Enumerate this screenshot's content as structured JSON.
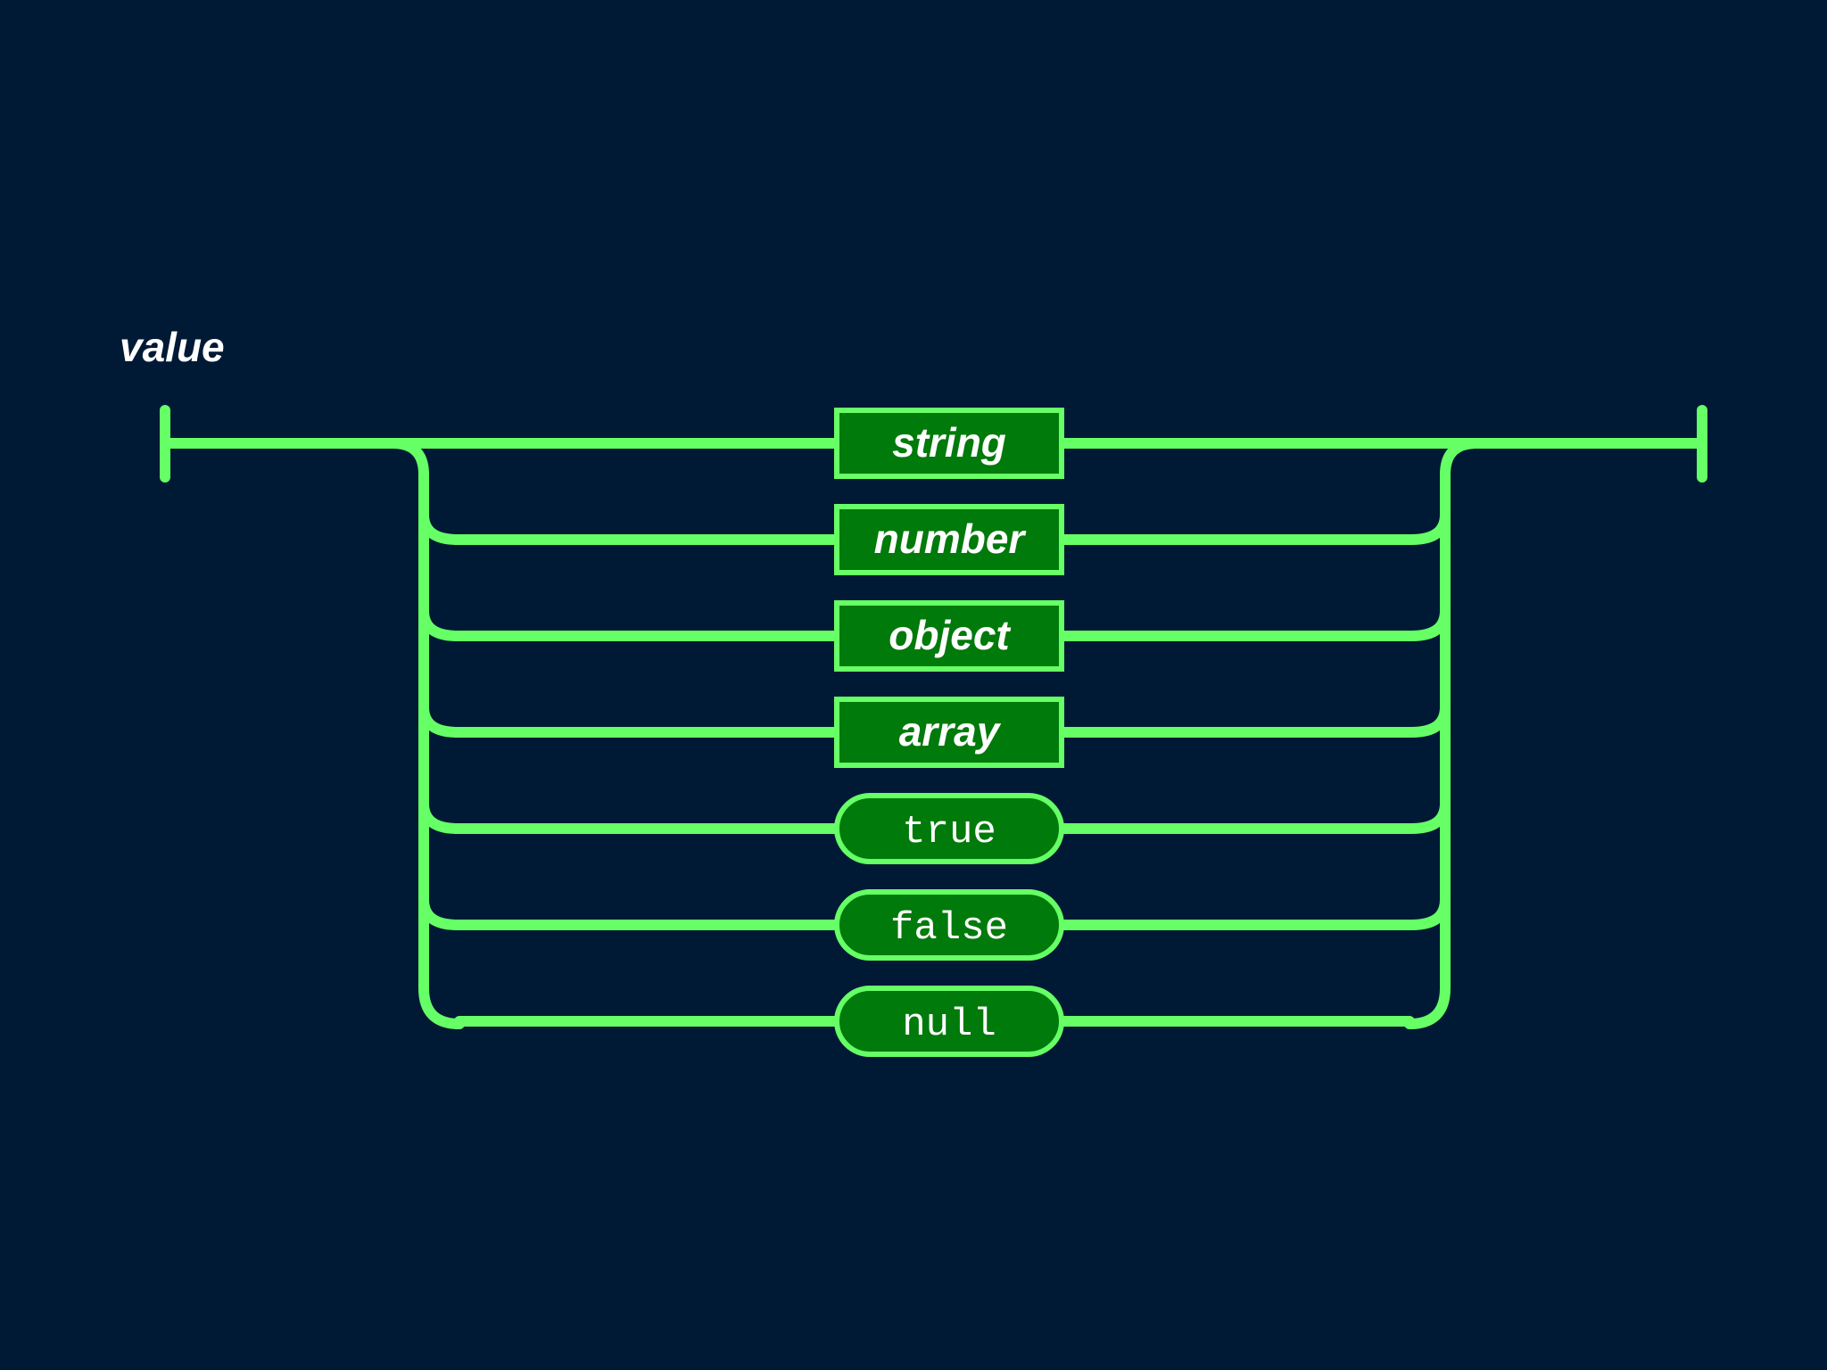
{
  "diagram": {
    "title": "value",
    "colors": {
      "background": "#001a35",
      "rail": "#66ff66",
      "node_fill": "#007a0a",
      "label": "#ffffff"
    },
    "alternatives": [
      {
        "label": "string",
        "kind": "nonterminal"
      },
      {
        "label": "number",
        "kind": "nonterminal"
      },
      {
        "label": "object",
        "kind": "nonterminal"
      },
      {
        "label": "array",
        "kind": "nonterminal"
      },
      {
        "label": "true",
        "kind": "terminal"
      },
      {
        "label": "false",
        "kind": "terminal"
      },
      {
        "label": "null",
        "kind": "terminal"
      }
    ]
  }
}
